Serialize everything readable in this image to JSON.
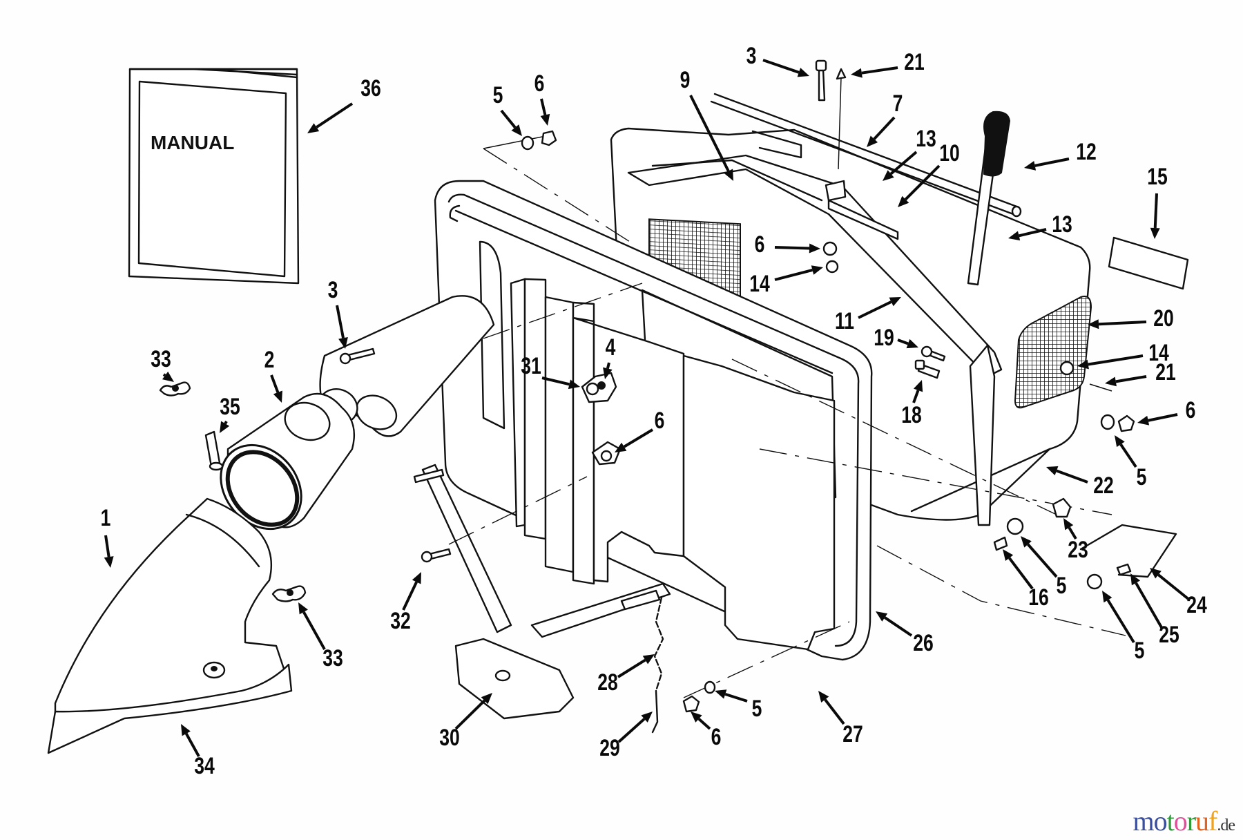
{
  "diagram": {
    "title": "Exploded parts diagram – grass catcher / collector assembly",
    "manual_cover_text": "MANUAL",
    "callouts": [
      {
        "id": "c36",
        "number": "36",
        "part": "manual"
      },
      {
        "id": "c3a",
        "number": "3",
        "part": "bolt-top"
      },
      {
        "id": "c21a",
        "number": "21",
        "part": "rivet-top"
      },
      {
        "id": "c9",
        "number": "9",
        "part": "top-bracket"
      },
      {
        "id": "c7",
        "number": "7",
        "part": "rod"
      },
      {
        "id": "c5a",
        "number": "5",
        "part": "washer-top"
      },
      {
        "id": "c6a",
        "number": "6",
        "part": "nut-top"
      },
      {
        "id": "c13a",
        "number": "13",
        "part": "strip-top"
      },
      {
        "id": "c10",
        "number": "10",
        "part": "plate"
      },
      {
        "id": "c12",
        "number": "12",
        "part": "handle-grip"
      },
      {
        "id": "c15",
        "number": "15",
        "part": "decal"
      },
      {
        "id": "c13b",
        "number": "13",
        "part": "strip-lower"
      },
      {
        "id": "c6b",
        "number": "6",
        "part": "nut-bracket"
      },
      {
        "id": "c14a",
        "number": "14",
        "part": "nut-bracket-lower"
      },
      {
        "id": "c3b",
        "number": "3",
        "part": "bolt-left"
      },
      {
        "id": "c11",
        "number": "11",
        "part": "handle-arm"
      },
      {
        "id": "c19",
        "number": "19",
        "part": "bolt-19"
      },
      {
        "id": "c20",
        "number": "20",
        "part": "side-screen"
      },
      {
        "id": "c14b",
        "number": "14",
        "part": "screen-nut"
      },
      {
        "id": "c21b",
        "number": "21",
        "part": "rivet-side"
      },
      {
        "id": "c6c",
        "number": "6",
        "part": "nut-side"
      },
      {
        "id": "c5b",
        "number": "5",
        "part": "washer-side"
      },
      {
        "id": "c22",
        "number": "22",
        "part": "bag-frame"
      },
      {
        "id": "c18",
        "number": "18",
        "part": "bolt-18"
      },
      {
        "id": "c31",
        "number": "31",
        "part": "latch-plate"
      },
      {
        "id": "c4",
        "number": "4",
        "part": "latch-nut"
      },
      {
        "id": "c6d",
        "number": "6",
        "part": "nut-center"
      },
      {
        "id": "c33a",
        "number": "33",
        "part": "wing-nut-top"
      },
      {
        "id": "c2",
        "number": "2",
        "part": "coupler-tube"
      },
      {
        "id": "c35",
        "number": "35",
        "part": "carriage-bolt"
      },
      {
        "id": "c1",
        "number": "1",
        "part": "chute"
      },
      {
        "id": "c33b",
        "number": "33",
        "part": "wing-nut-bottom"
      },
      {
        "id": "c32",
        "number": "32",
        "part": "bolt-32"
      },
      {
        "id": "c34",
        "number": "34",
        "part": "chute-deflector"
      },
      {
        "id": "c30",
        "number": "30",
        "part": "support-foot"
      },
      {
        "id": "c28",
        "number": "28",
        "part": "chain"
      },
      {
        "id": "c29",
        "number": "29",
        "part": "hitch-pin"
      },
      {
        "id": "c6e",
        "number": "6",
        "part": "nut-bottom"
      },
      {
        "id": "c5c",
        "number": "5",
        "part": "washer-bottom"
      },
      {
        "id": "c27",
        "number": "27",
        "part": "back-panel"
      },
      {
        "id": "c26",
        "number": "26",
        "part": "front-frame"
      },
      {
        "id": "c16",
        "number": "16",
        "part": "bolt-16"
      },
      {
        "id": "c5d",
        "number": "5",
        "part": "washer-16"
      },
      {
        "id": "c23",
        "number": "23",
        "part": "nut-23"
      },
      {
        "id": "c24",
        "number": "24",
        "part": "u-bolt"
      },
      {
        "id": "c25",
        "number": "25",
        "part": "nut-25"
      },
      {
        "id": "c5e",
        "number": "5",
        "part": "washer-25"
      }
    ]
  },
  "watermark": {
    "letters": [
      "m",
      "o",
      "t",
      "o",
      "r",
      "u",
      "f"
    ],
    "colors": [
      "#3a4ea0",
      "#3a4ea0",
      "#2f9a3a",
      "#e0509a",
      "#2f9a3a",
      "#e2621f",
      "#f0a21c"
    ],
    "suffix": ".de"
  }
}
